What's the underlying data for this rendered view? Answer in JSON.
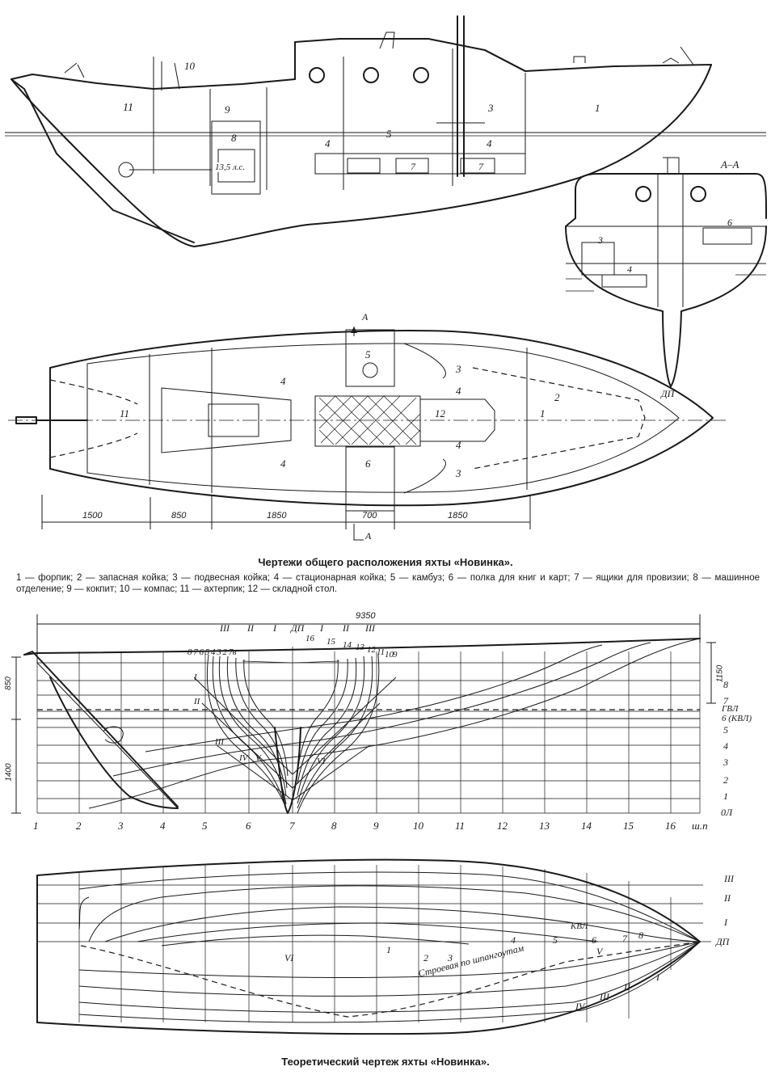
{
  "drawing1": {
    "caption": "Чертежи общего расположения яхты «Новинка».",
    "legend": "1 — форпик; 2 — запасная койка; 3 — подвесная койка; 4 — стационарная койка; 5 — камбуз; 6 — полка для книг и карт; 7 — ящики для провизии; 8 — машинное отделение; 9 — кокпит; 10 — компас; 11 — ахтерпик; 12 — складной стол.",
    "engine_label": "13,5 л.с.",
    "section_label": "А–А",
    "centerline_label": "ДП",
    "section_mark": "А",
    "profile_numbers": [
      "11",
      "10",
      "9",
      "8",
      "4",
      "3",
      "1",
      "4",
      "5",
      "7",
      "7"
    ],
    "plan_numbers": [
      "11",
      "4",
      "4",
      "5",
      "6",
      "12",
      "3",
      "4",
      "4",
      "3",
      "2",
      "1"
    ],
    "section_numbers": [
      "3",
      "4",
      "6"
    ],
    "dimensions": [
      "1500",
      "850",
      "1850",
      "700",
      "1850"
    ]
  },
  "drawing2": {
    "caption": "Теоретический чертеж яхты «Новинка».",
    "overall_length": "9350",
    "height_upper": "1150",
    "height_fwd": "850",
    "height_lower": "1400",
    "stations": [
      "1",
      "2",
      "3",
      "4",
      "5",
      "6",
      "7",
      "8",
      "9",
      "10",
      "11",
      "12",
      "13",
      "14",
      "15",
      "16",
      "ш.п"
    ],
    "waterlines": [
      "0Л",
      "1",
      "2",
      "3",
      "4",
      "5",
      "6 (КВЛ)",
      "7",
      "ГВЛ",
      "8"
    ],
    "buttocks": [
      "III",
      "II",
      "I",
      "ДП",
      "I",
      "II",
      "III"
    ],
    "body_stations_aft": "8 7 6 5 4 3 2 7в",
    "body_stations_fwd": [
      "16",
      "15",
      "14",
      "13",
      "12",
      "11",
      "10",
      "9"
    ],
    "diagonals": [
      "I",
      "II",
      "III",
      "IV",
      "V",
      "VI"
    ],
    "halfbreadth_buttocks": [
      "III",
      "II",
      "I",
      "ДП"
    ],
    "halfbreadth_waterlines": [
      "1",
      "2",
      "3",
      "4",
      "5",
      "6",
      "7",
      "8",
      "КВЛ"
    ],
    "halfbreadth_diagonals": [
      "I",
      "II",
      "III",
      "IV",
      "V",
      "VI"
    ],
    "construction_label": "Строевая по шпангоутам"
  }
}
